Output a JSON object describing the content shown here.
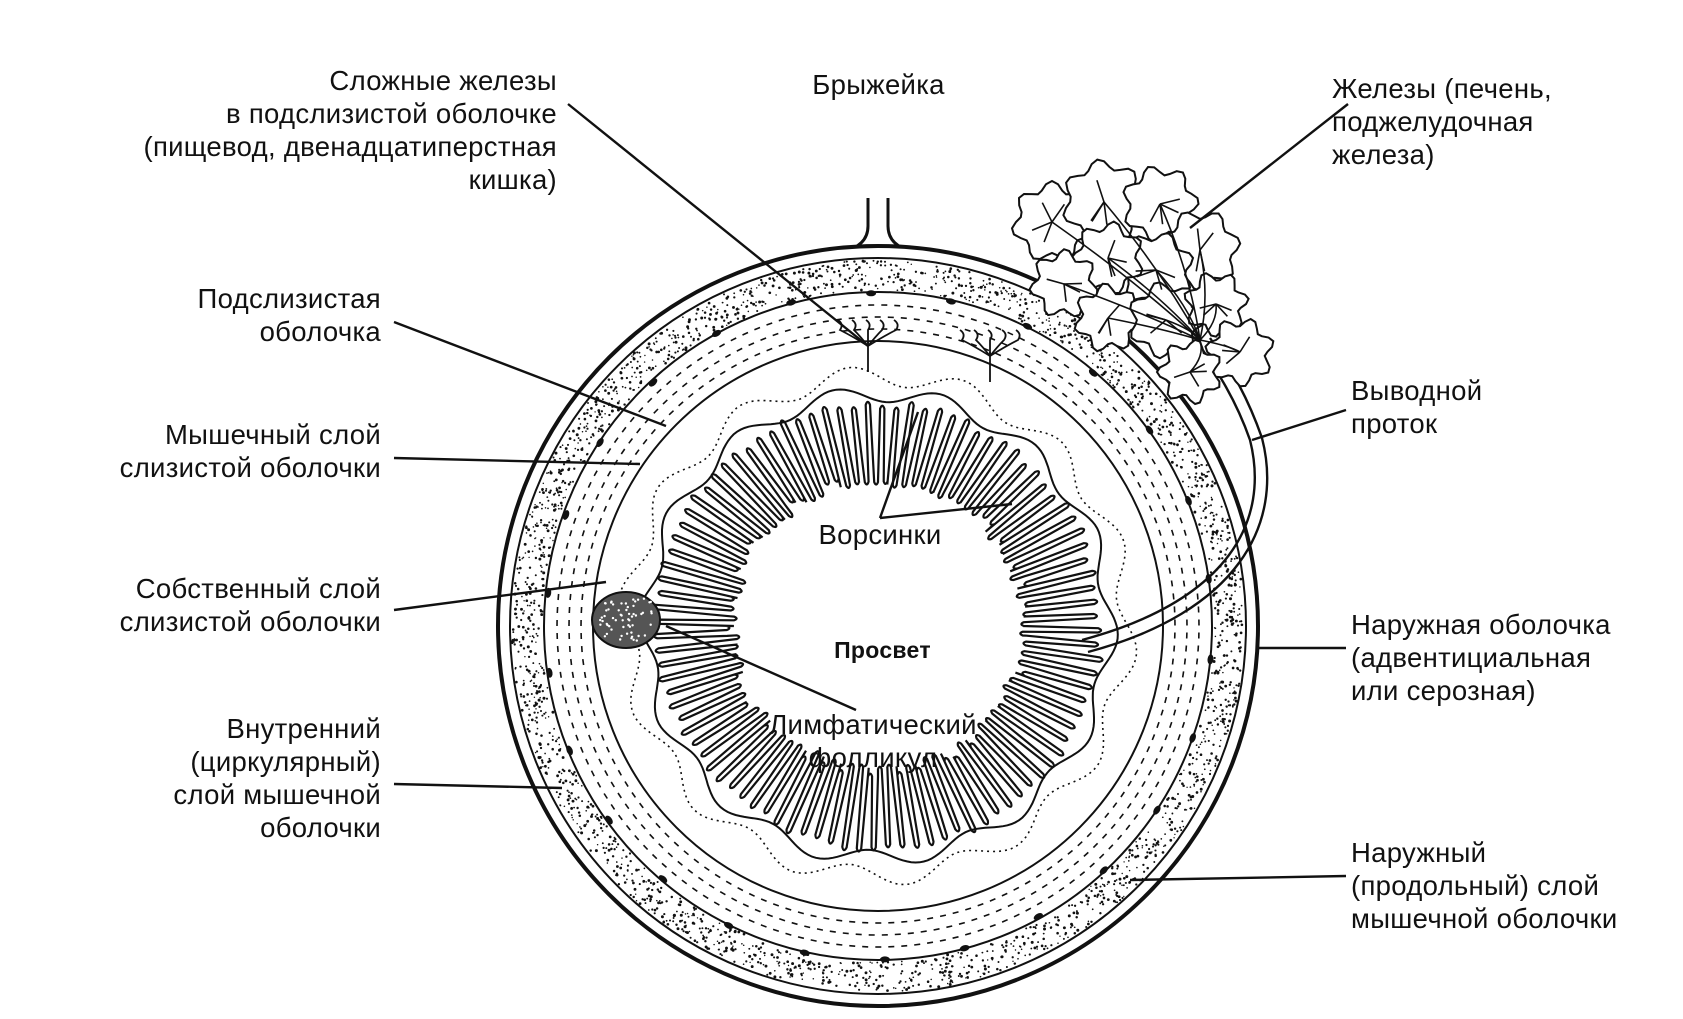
{
  "labels": {
    "complex_glands": [
      "Сложные железы",
      "в подслизистой оболочке",
      "(пищевод, двенадцатиперстная",
      "кишка)"
    ],
    "mesentery": "Брыжейка",
    "glands": [
      "Железы (печень,",
      "поджелудочная",
      "железа)"
    ],
    "submucosa": [
      "Подслизистая",
      "оболочка"
    ],
    "muscularis_mucosae": [
      "Мышечный слой",
      "слизистой оболочки"
    ],
    "lamina_propria": [
      "Собственный слой",
      "слизистой оболочки"
    ],
    "inner_muscle": [
      "Внутренний",
      "(циркулярный)",
      "слой мышечной",
      "оболочки"
    ],
    "duct": [
      "Выводной",
      "проток"
    ],
    "villi": "Ворсинки",
    "lumen": "Просвет",
    "outer_coat": [
      "Наружная оболочка",
      "(адвентициальная",
      "или серозная)"
    ],
    "lymph_follicle": [
      "Лимфатический",
      "фолликул"
    ],
    "outer_muscle": [
      "Наружный",
      "(продольный) слой",
      "мышечной оболочки"
    ]
  },
  "colors": {
    "ink": "#111111",
    "background": "#ffffff"
  }
}
